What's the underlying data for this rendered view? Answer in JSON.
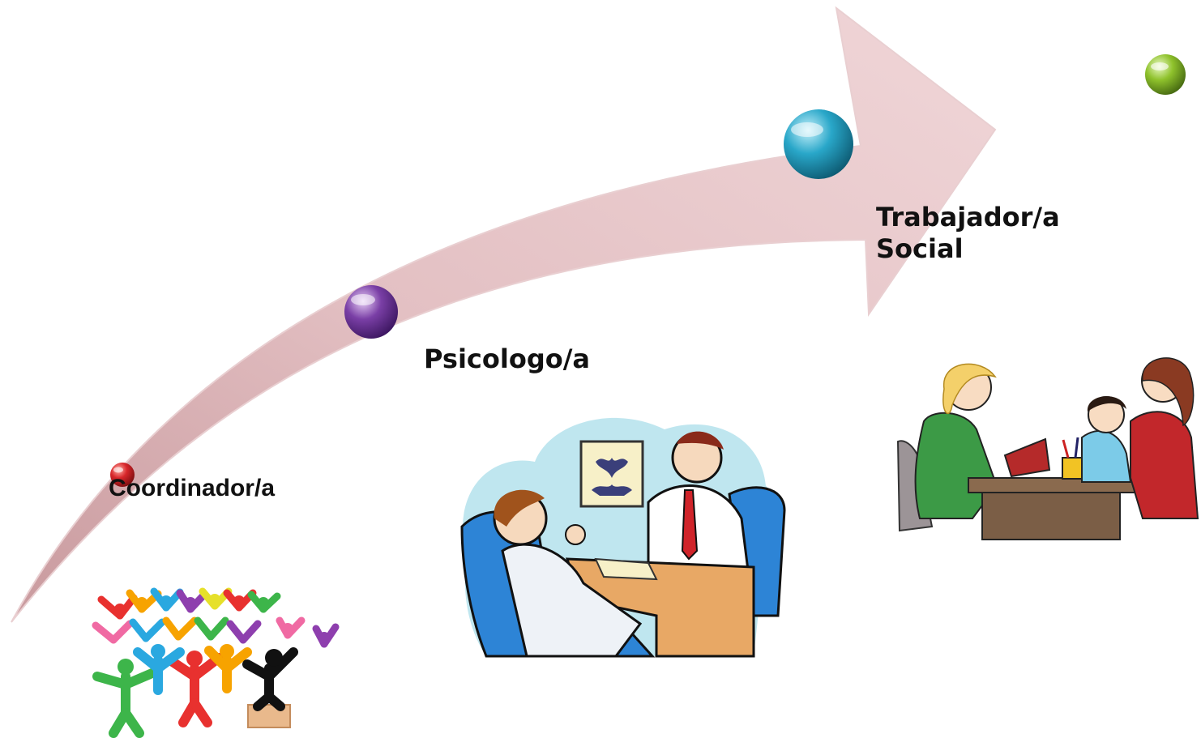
{
  "diagram": {
    "stages": [
      {
        "label": "Coordinador/a",
        "color": "#d8262a"
      },
      {
        "label": "Psicologo/a",
        "color": "#7a3fa6"
      },
      {
        "label": "Trabajador/a Social",
        "color": "#29a7c9"
      },
      {
        "label": "",
        "color": "#8fc22c"
      }
    ],
    "arrow_color": "#e7c4c6",
    "illustrations": [
      "crowd-illustration",
      "therapy-session-illustration",
      "family-meeting-illustration"
    ]
  }
}
